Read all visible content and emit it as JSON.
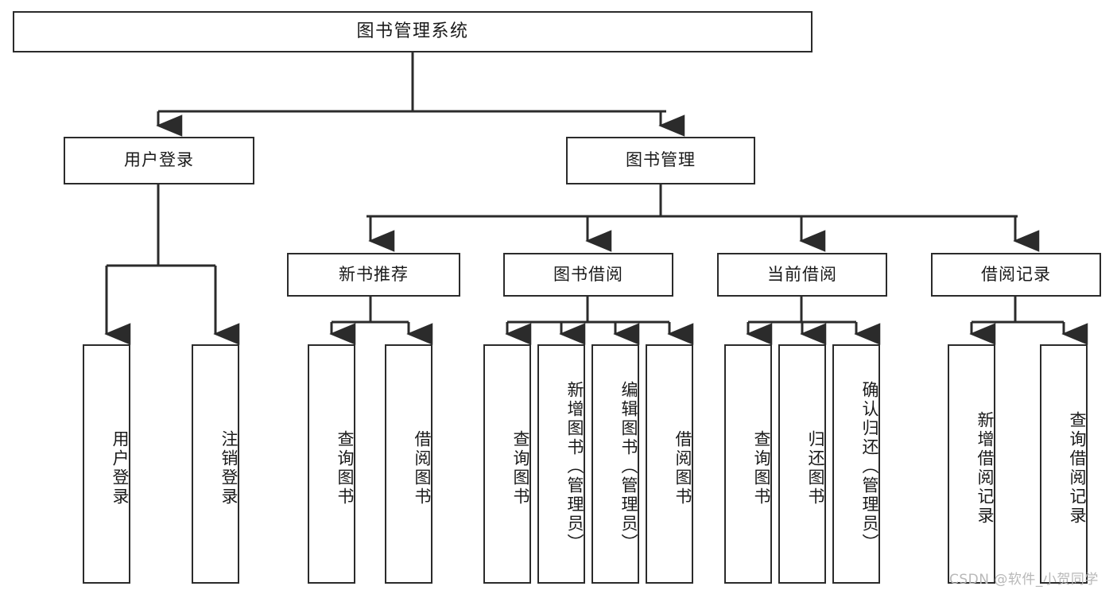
{
  "diagram": {
    "title": "图书管理系统",
    "type": "tree-structure-chart",
    "accent_color": "#2b2b2b",
    "background_color": "#ffffff"
  },
  "root": {
    "label": "图书管理系统"
  },
  "level2": [
    {
      "label": "用户登录"
    },
    {
      "label": "图书管理"
    }
  ],
  "level3": [
    {
      "label": "新书推荐"
    },
    {
      "label": "图书借阅"
    },
    {
      "label": "当前借阅"
    },
    {
      "label": "借阅记录"
    }
  ],
  "leaves": [
    {
      "label": "用户登录",
      "parent": "用户登录"
    },
    {
      "label": "注销登录",
      "parent": "用户登录"
    },
    {
      "label": "查询图书",
      "parent": "新书推荐"
    },
    {
      "label": "借阅图书",
      "parent": "新书推荐"
    },
    {
      "label": "查询图书",
      "parent": "图书借阅"
    },
    {
      "label": "新增图书（管理员）",
      "parent": "图书借阅"
    },
    {
      "label": "编辑图书（管理员）",
      "parent": "图书借阅"
    },
    {
      "label": "借阅图书",
      "parent": "图书借阅"
    },
    {
      "label": "查询图书",
      "parent": "当前借阅"
    },
    {
      "label": "归还图书",
      "parent": "当前借阅"
    },
    {
      "label": "确认归还（管理员）",
      "parent": "当前借阅"
    },
    {
      "label": "新增借阅记录",
      "parent": "借阅记录"
    },
    {
      "label": "查询借阅记录",
      "parent": "借阅记录"
    }
  ],
  "watermark": {
    "text": "CSDN @软件_小贺同学"
  }
}
